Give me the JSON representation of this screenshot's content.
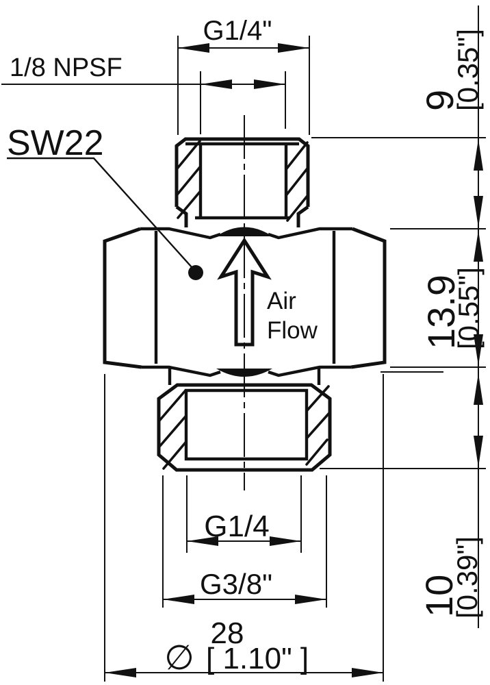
{
  "drawing": {
    "part_labels": {
      "top_thread": "G1/4\"",
      "top_port": "1/8 NPSF",
      "wrench_size": "SW22",
      "air_flow_line1": "Air",
      "air_flow_line2": "Flow",
      "bottom_port": "G1/4",
      "bottom_thread": "G3/8\"",
      "diameter_symbol": "∅"
    },
    "dimensions": {
      "top_thread_length_mm": "9",
      "top_thread_length_in": "[0.35\"]",
      "body_height_mm": "13.9",
      "body_height_in": "[0.55\"]",
      "bottom_thread_length_mm": "10",
      "bottom_thread_length_in": "[0.39\"]",
      "body_diameter_mm": "28",
      "body_diameter_in": "[ 1.10\" ]"
    },
    "colors": {
      "line": "#111111",
      "background": "#ffffff"
    }
  }
}
